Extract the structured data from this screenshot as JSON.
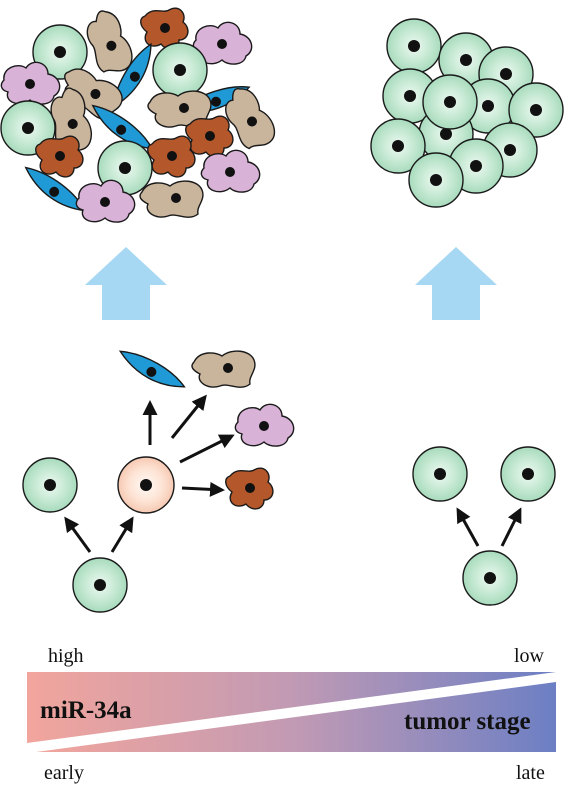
{
  "labels": {
    "high": "high",
    "low": "low",
    "early": "early",
    "late": "late",
    "mir": "miR-34a",
    "tumor": "tumor stage"
  },
  "colors": {
    "green_fill": "#b7e2c8",
    "green_core": "#def3e6",
    "stem_fill": "#fbd9c9",
    "blue": "#1f9ad6",
    "beige": "#c9b49c",
    "lilac": "#d9b2d8",
    "brown": "#b4572a",
    "nucleus": "#111111",
    "up_arrow": "#a6d8f4",
    "wedge_left": "#f2a59c",
    "wedge_right": "#6c7fc4",
    "outline": "#1a1a1a"
  }
}
